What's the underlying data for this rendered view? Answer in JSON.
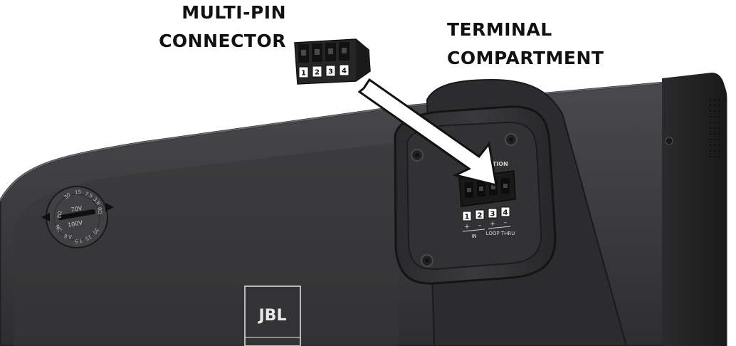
{
  "callouts": {
    "multi_pin": [
      "MULTI-PIN",
      "CONNECTOR"
    ],
    "terminal": [
      "TERMINAL",
      "COMPARTMENT"
    ]
  },
  "connector_pins": [
    "1",
    "2",
    "3",
    "4"
  ],
  "terminal_panel": {
    "header": "CTION",
    "pins": [
      "1",
      "2",
      "3",
      "4"
    ],
    "polarity": [
      "+",
      "–",
      "+",
      "–"
    ],
    "group_in": "IN",
    "group_loop": "LOOP THRU"
  },
  "tap_selector": {
    "voltage_70": "70V",
    "voltage_100": "100V",
    "nc": "NC",
    "ring_labels": [
      "8Ω",
      "8Ω",
      "30",
      "15",
      "7.5",
      "3.8",
      "3.8",
      "7.5",
      "15",
      "30"
    ]
  },
  "brand_logo": "JBL",
  "colors": {
    "housing": "#3c3c3e",
    "housing_dark": "#1f1f21",
    "housing_light": "#5a5a5d",
    "background": "#ffffff",
    "label_text": "#111111",
    "arrow_fill": "#ffffff"
  }
}
